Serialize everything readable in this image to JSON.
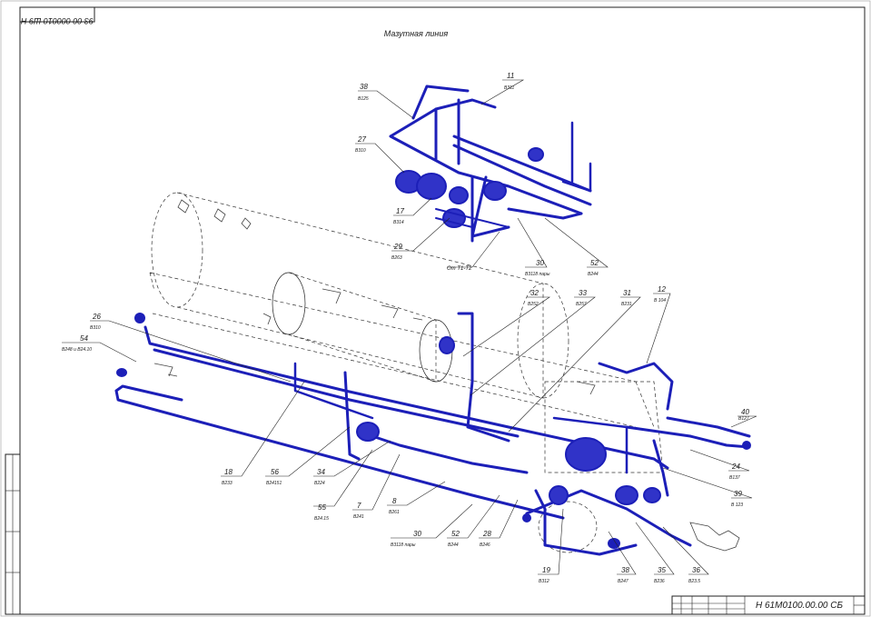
{
  "drawing": {
    "stamp_top": "93 00 000010 Ш9 Н",
    "title": "Мазутная линия",
    "designation": "Н 61М0100.00.00 СБ",
    "from_note": "От Т1-Т2",
    "colors": {
      "pipe": "#1c1fb8",
      "lines": "#222222",
      "background": "#ffffff"
    }
  },
  "callouts": [
    {
      "id": "c38a",
      "num": "38",
      "sub": "В125"
    },
    {
      "id": "c11",
      "num": "11",
      "sub": "В311"
    },
    {
      "id": "c27",
      "num": "27",
      "sub": "В310"
    },
    {
      "id": "c17",
      "num": "17",
      "sub": "В314"
    },
    {
      "id": "c29",
      "num": "29",
      "sub": "В263"
    },
    {
      "id": "c30a",
      "num": "30",
      "sub": "В3118 пары"
    },
    {
      "id": "c52a",
      "num": "52",
      "sub": "В244"
    },
    {
      "id": "c32",
      "num": "32",
      "sub": "В252"
    },
    {
      "id": "c33",
      "num": "33",
      "sub": "В257"
    },
    {
      "id": "c31",
      "num": "31",
      "sub": "В231"
    },
    {
      "id": "c12",
      "num": "12",
      "sub": "В 104"
    },
    {
      "id": "c26",
      "num": "26",
      "sub": "В310"
    },
    {
      "id": "c54",
      "num": "54",
      "sub": "В248 и В24.10"
    },
    {
      "id": "c40",
      "num": "40",
      "sub": "В127"
    },
    {
      "id": "c24",
      "num": "24",
      "sub": "В137"
    },
    {
      "id": "c39",
      "num": "39",
      "sub": "В 123"
    },
    {
      "id": "c18",
      "num": "18",
      "sub": "В233"
    },
    {
      "id": "c56",
      "num": "56",
      "sub": "В24151"
    },
    {
      "id": "c34",
      "num": "34",
      "sub": "В224"
    },
    {
      "id": "c55",
      "num": "55",
      "sub": "В24.15"
    },
    {
      "id": "c7",
      "num": "7",
      "sub": "В241"
    },
    {
      "id": "c8",
      "num": "8",
      "sub": "В261"
    },
    {
      "id": "c30b",
      "num": "30",
      "sub": "В3118 пары"
    },
    {
      "id": "c52b",
      "num": "52",
      "sub": "В244"
    },
    {
      "id": "c28",
      "num": "28",
      "sub": "В246"
    },
    {
      "id": "c19",
      "num": "19",
      "sub": "В312"
    },
    {
      "id": "c38b",
      "num": "38",
      "sub": "В247"
    },
    {
      "id": "c35",
      "num": "35",
      "sub": "В236"
    },
    {
      "id": "c36",
      "num": "36",
      "sub": "В23.5"
    }
  ]
}
